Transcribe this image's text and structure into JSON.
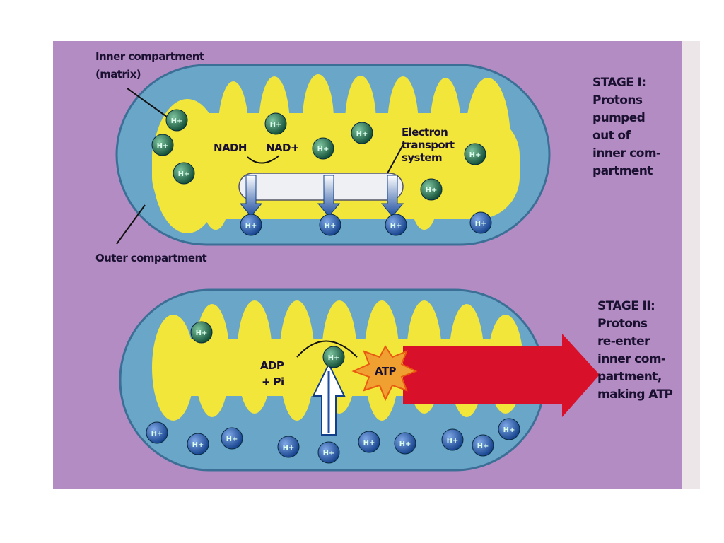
{
  "labels": {
    "inner_compartment": "Inner compartment",
    "matrix": "(matrix)",
    "outer_compartment": "Outer compartment",
    "nadh": "NADH",
    "nad_plus": "NAD+",
    "electron_transport": [
      "Electron",
      "transport",
      "system"
    ],
    "adp": "ADP",
    "pi": "+ Pi",
    "atp": "ATP",
    "proton": "H+"
  },
  "stage1": {
    "lines": [
      "STAGE I:",
      "Protons",
      "pumped",
      "out of",
      "inner com-",
      "partment"
    ]
  },
  "stage2": {
    "lines": [
      "STAGE II:",
      "Protons",
      "re-enter",
      "inner com-",
      "partment,",
      "making ATP"
    ]
  },
  "colors": {
    "background": "#b48cc4",
    "outer": "#6aa6c8",
    "matrix": "#f2e63a",
    "proton_inner": "#1f6a4a",
    "proton_outer": "#1f4f9a",
    "arrow": "#d8102a"
  }
}
